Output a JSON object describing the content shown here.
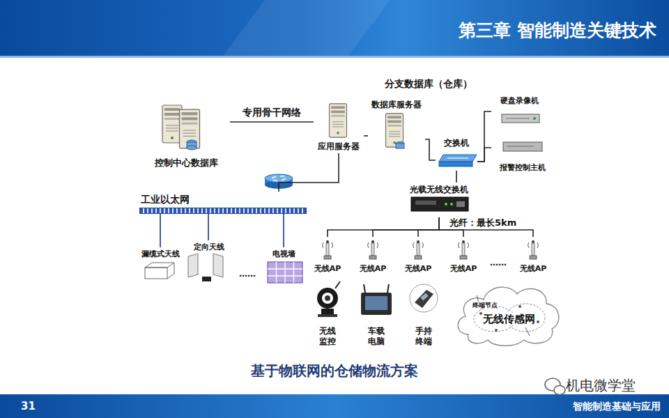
{
  "diagram": {
    "title": "第三章 智能制造关键技术",
    "caption": "基于物联网的仓储物流方案",
    "nodes": [
      {
        "text": [
          "控制中心数据库"
        ]
      },
      {
        "text": [
          "应用服务器"
        ]
      },
      {
        "text": [
          "数据库服务器"
        ]
      },
      {
        "text": [
          "交换机"
        ]
      },
      {
        "text": [
          "硬盘录像机"
        ]
      },
      {
        "text": [
          "报警控制主机"
        ]
      },
      {
        "text": [
          "光载无线交换机"
        ]
      },
      {
        "text": [
          "工业以太网"
        ]
      },
      {
        "text": [
          "漏缆式天线"
        ]
      },
      {
        "text": [
          "定向天线"
        ]
      },
      {
        "text": [
          "电视墙"
        ]
      },
      {
        "text": [
          "无线AP"
        ]
      },
      {
        "text": [
          "无线AP"
        ]
      },
      {
        "text": [
          "无线AP"
        ]
      },
      {
        "text": [
          "无线AP"
        ]
      },
      {
        "text": [
          "无线AP"
        ]
      },
      {
        "text": [
          "无线监控"
        ]
      },
      {
        "text": [
          "车载电脑"
        ]
      },
      {
        "text": [
          "手持终端"
        ]
      },
      {
        "text": [
          "终端节点",
          "无线传感网"
        ]
      }
    ],
    "edges": [
      {
        "from": 0,
        "to": 1,
        "arrow": "none",
        "label": "专用骨干网络"
      },
      {
        "from": 1,
        "to": 2,
        "arrow": "none"
      },
      {
        "from": 2,
        "to": 3,
        "arrow": "none"
      },
      {
        "from": 3,
        "to": 4,
        "arrow": "none"
      },
      {
        "from": 3,
        "to": 5,
        "arrow": "none"
      },
      {
        "from": 3,
        "to": 6,
        "arrow": "none"
      },
      {
        "from": 1,
        "to": 7,
        "arrow": "none"
      },
      {
        "from": 7,
        "to": 8,
        "arrow": "none"
      },
      {
        "from": 7,
        "to": 9,
        "arrow": "none"
      },
      {
        "from": 7,
        "to": 10,
        "arrow": "none"
      },
      {
        "from": 6,
        "to": 11,
        "arrow": "none"
      },
      {
        "from": 6,
        "to": 12,
        "arrow": "none"
      },
      {
        "from": 6,
        "to": 13,
        "arrow": "none"
      },
      {
        "from": 6,
        "to": 14,
        "arrow": "none"
      },
      {
        "from": 6,
        "to": 15,
        "arrow": "none"
      }
    ],
    "labels": [
      "分支数据库（仓库）",
      "……",
      "……",
      "光纤：最长5km",
      "31",
      "机电微学堂",
      "智能制造基础与应用"
    ]
  }
}
